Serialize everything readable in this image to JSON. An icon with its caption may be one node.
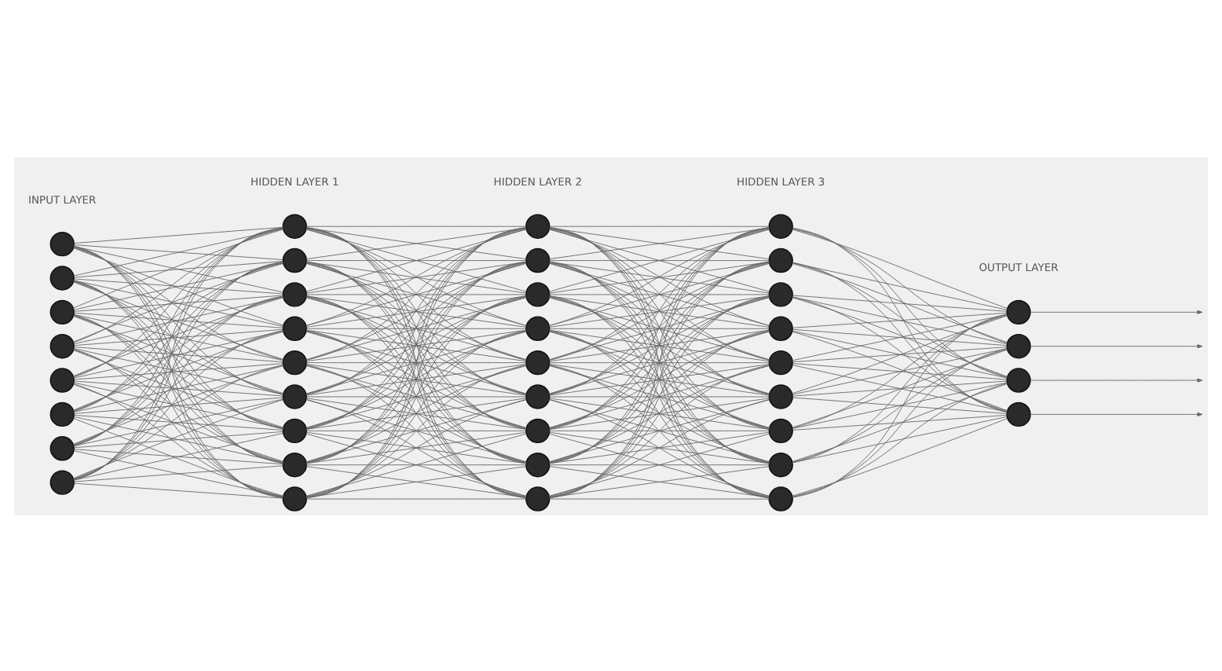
{
  "diagram": {
    "nodes": [
      {
        "text": [],
        "shape": "circle"
      },
      {
        "text": [],
        "shape": "circle"
      },
      {
        "text": [],
        "shape": "circle"
      },
      {
        "text": [],
        "shape": "circle"
      },
      {
        "text": [],
        "shape": "circle"
      },
      {
        "text": [],
        "shape": "circle"
      },
      {
        "text": [],
        "shape": "circle"
      },
      {
        "text": [],
        "shape": "circle"
      },
      {
        "text": [],
        "shape": "circle"
      },
      {
        "text": [],
        "shape": "circle"
      },
      {
        "text": [],
        "shape": "circle"
      },
      {
        "text": [],
        "shape": "circle"
      },
      {
        "text": [],
        "shape": "circle"
      },
      {
        "text": [],
        "shape": "circle"
      },
      {
        "text": [],
        "shape": "circle"
      },
      {
        "text": [],
        "shape": "circle"
      },
      {
        "text": [],
        "shape": "circle"
      },
      {
        "text": [],
        "shape": "circle"
      },
      {
        "text": [],
        "shape": "circle"
      },
      {
        "text": [],
        "shape": "circle"
      },
      {
        "text": [],
        "shape": "circle"
      },
      {
        "text": [],
        "shape": "circle"
      },
      {
        "text": [],
        "shape": "circle"
      },
      {
        "text": [],
        "shape": "circle"
      },
      {
        "text": [],
        "shape": "circle"
      },
      {
        "text": [],
        "shape": "circle"
      },
      {
        "text": [],
        "shape": "circle"
      },
      {
        "text": [],
        "shape": "circle"
      },
      {
        "text": [],
        "shape": "circle"
      },
      {
        "text": [],
        "shape": "circle"
      },
      {
        "text": [],
        "shape": "circle"
      },
      {
        "text": [],
        "shape": "circle"
      },
      {
        "text": [],
        "shape": "circle"
      },
      {
        "text": [],
        "shape": "circle"
      },
      {
        "text": [],
        "shape": "circle"
      },
      {
        "text": [],
        "shape": "circle"
      },
      {
        "text": [],
        "shape": "circle"
      },
      {
        "text": [],
        "shape": "circle"
      },
      {
        "text": [],
        "shape": "circle"
      }
    ],
    "edges": [
      {
        "from": 0,
        "to": 8,
        "arrow": "none"
      },
      {
        "from": 0,
        "to": 9,
        "arrow": "none"
      },
      {
        "from": 0,
        "to": 10,
        "arrow": "none"
      },
      {
        "from": 0,
        "to": 11,
        "arrow": "none"
      },
      {
        "from": 0,
        "to": 12,
        "arrow": "none"
      },
      {
        "from": 0,
        "to": 13,
        "arrow": "none"
      },
      {
        "from": 0,
        "to": 14,
        "arrow": "none"
      },
      {
        "from": 0,
        "to": 15,
        "arrow": "none"
      },
      {
        "from": 0,
        "to": 16,
        "arrow": "none"
      },
      {
        "from": 1,
        "to": 8,
        "arrow": "none"
      },
      {
        "from": 1,
        "to": 9,
        "arrow": "none"
      },
      {
        "from": 1,
        "to": 10,
        "arrow": "none"
      },
      {
        "from": 1,
        "to": 11,
        "arrow": "none"
      },
      {
        "from": 1,
        "to": 12,
        "arrow": "none"
      },
      {
        "from": 1,
        "to": 13,
        "arrow": "none"
      },
      {
        "from": 1,
        "to": 14,
        "arrow": "none"
      },
      {
        "from": 1,
        "to": 15,
        "arrow": "none"
      },
      {
        "from": 1,
        "to": 16,
        "arrow": "none"
      },
      {
        "from": 2,
        "to": 8,
        "arrow": "none"
      },
      {
        "from": 2,
        "to": 9,
        "arrow": "none"
      },
      {
        "from": 2,
        "to": 10,
        "arrow": "none"
      },
      {
        "from": 2,
        "to": 11,
        "arrow": "none"
      },
      {
        "from": 2,
        "to": 12,
        "arrow": "none"
      },
      {
        "from": 2,
        "to": 13,
        "arrow": "none"
      },
      {
        "from": 2,
        "to": 14,
        "arrow": "none"
      },
      {
        "from": 2,
        "to": 15,
        "arrow": "none"
      },
      {
        "from": 2,
        "to": 16,
        "arrow": "none"
      },
      {
        "from": 3,
        "to": 8,
        "arrow": "none"
      },
      {
        "from": 3,
        "to": 9,
        "arrow": "none"
      },
      {
        "from": 3,
        "to": 10,
        "arrow": "none"
      },
      {
        "from": 3,
        "to": 11,
        "arrow": "none"
      },
      {
        "from": 3,
        "to": 12,
        "arrow": "none"
      },
      {
        "from": 3,
        "to": 13,
        "arrow": "none"
      },
      {
        "from": 3,
        "to": 14,
        "arrow": "none"
      },
      {
        "from": 3,
        "to": 15,
        "arrow": "none"
      },
      {
        "from": 3,
        "to": 16,
        "arrow": "none"
      },
      {
        "from": 4,
        "to": 8,
        "arrow": "none"
      },
      {
        "from": 4,
        "to": 9,
        "arrow": "none"
      },
      {
        "from": 4,
        "to": 10,
        "arrow": "none"
      },
      {
        "from": 4,
        "to": 11,
        "arrow": "none"
      },
      {
        "from": 4,
        "to": 12,
        "arrow": "none"
      },
      {
        "from": 4,
        "to": 13,
        "arrow": "none"
      },
      {
        "from": 4,
        "to": 14,
        "arrow": "none"
      },
      {
        "from": 4,
        "to": 15,
        "arrow": "none"
      },
      {
        "from": 4,
        "to": 16,
        "arrow": "none"
      },
      {
        "from": 5,
        "to": 8,
        "arrow": "none"
      },
      {
        "from": 5,
        "to": 9,
        "arrow": "none"
      },
      {
        "from": 5,
        "to": 10,
        "arrow": "none"
      },
      {
        "from": 5,
        "to": 11,
        "arrow": "none"
      },
      {
        "from": 5,
        "to": 12,
        "arrow": "none"
      },
      {
        "from": 5,
        "to": 13,
        "arrow": "none"
      },
      {
        "from": 5,
        "to": 14,
        "arrow": "none"
      },
      {
        "from": 5,
        "to": 15,
        "arrow": "none"
      },
      {
        "from": 5,
        "to": 16,
        "arrow": "none"
      },
      {
        "from": 6,
        "to": 8,
        "arrow": "none"
      },
      {
        "from": 6,
        "to": 9,
        "arrow": "none"
      },
      {
        "from": 6,
        "to": 10,
        "arrow": "none"
      },
      {
        "from": 6,
        "to": 11,
        "arrow": "none"
      },
      {
        "from": 6,
        "to": 12,
        "arrow": "none"
      },
      {
        "from": 6,
        "to": 13,
        "arrow": "none"
      },
      {
        "from": 6,
        "to": 14,
        "arrow": "none"
      },
      {
        "from": 6,
        "to": 15,
        "arrow": "none"
      },
      {
        "from": 6,
        "to": 16,
        "arrow": "none"
      },
      {
        "from": 7,
        "to": 8,
        "arrow": "none"
      },
      {
        "from": 7,
        "to": 9,
        "arrow": "none"
      },
      {
        "from": 7,
        "to": 10,
        "arrow": "none"
      },
      {
        "from": 7,
        "to": 11,
        "arrow": "none"
      },
      {
        "from": 7,
        "to": 12,
        "arrow": "none"
      },
      {
        "from": 7,
        "to": 13,
        "arrow": "none"
      },
      {
        "from": 7,
        "to": 14,
        "arrow": "none"
      },
      {
        "from": 7,
        "to": 15,
        "arrow": "none"
      },
      {
        "from": 7,
        "to": 16,
        "arrow": "none"
      },
      {
        "from": 8,
        "to": 17,
        "arrow": "none"
      },
      {
        "from": 8,
        "to": 18,
        "arrow": "none"
      },
      {
        "from": 8,
        "to": 19,
        "arrow": "none"
      },
      {
        "from": 8,
        "to": 20,
        "arrow": "none"
      },
      {
        "from": 8,
        "to": 21,
        "arrow": "none"
      },
      {
        "from": 8,
        "to": 22,
        "arrow": "none"
      },
      {
        "from": 8,
        "to": 23,
        "arrow": "none"
      },
      {
        "from": 8,
        "to": 24,
        "arrow": "none"
      },
      {
        "from": 8,
        "to": 25,
        "arrow": "none"
      },
      {
        "from": 9,
        "to": 17,
        "arrow": "none"
      },
      {
        "from": 9,
        "to": 18,
        "arrow": "none"
      },
      {
        "from": 9,
        "to": 19,
        "arrow": "none"
      },
      {
        "from": 9,
        "to": 20,
        "arrow": "none"
      },
      {
        "from": 9,
        "to": 21,
        "arrow": "none"
      },
      {
        "from": 9,
        "to": 22,
        "arrow": "none"
      },
      {
        "from": 9,
        "to": 23,
        "arrow": "none"
      },
      {
        "from": 9,
        "to": 24,
        "arrow": "none"
      },
      {
        "from": 9,
        "to": 25,
        "arrow": "none"
      },
      {
        "from": 10,
        "to": 17,
        "arrow": "none"
      },
      {
        "from": 10,
        "to": 18,
        "arrow": "none"
      },
      {
        "from": 10,
        "to": 19,
        "arrow": "none"
      },
      {
        "from": 10,
        "to": 20,
        "arrow": "none"
      },
      {
        "from": 10,
        "to": 21,
        "arrow": "none"
      },
      {
        "from": 10,
        "to": 22,
        "arrow": "none"
      },
      {
        "from": 10,
        "to": 23,
        "arrow": "none"
      },
      {
        "from": 10,
        "to": 24,
        "arrow": "none"
      },
      {
        "from": 10,
        "to": 25,
        "arrow": "none"
      },
      {
        "from": 11,
        "to": 17,
        "arrow": "none"
      },
      {
        "from": 11,
        "to": 18,
        "arrow": "none"
      },
      {
        "from": 11,
        "to": 19,
        "arrow": "none"
      },
      {
        "from": 11,
        "to": 20,
        "arrow": "none"
      },
      {
        "from": 11,
        "to": 21,
        "arrow": "none"
      },
      {
        "from": 11,
        "to": 22,
        "arrow": "none"
      },
      {
        "from": 11,
        "to": 23,
        "arrow": "none"
      },
      {
        "from": 11,
        "to": 24,
        "arrow": "none"
      },
      {
        "from": 11,
        "to": 25,
        "arrow": "none"
      },
      {
        "from": 12,
        "to": 17,
        "arrow": "none"
      },
      {
        "from": 12,
        "to": 18,
        "arrow": "none"
      },
      {
        "from": 12,
        "to": 19,
        "arrow": "none"
      },
      {
        "from": 12,
        "to": 20,
        "arrow": "none"
      },
      {
        "from": 12,
        "to": 21,
        "arrow": "none"
      },
      {
        "from": 12,
        "to": 22,
        "arrow": "none"
      },
      {
        "from": 12,
        "to": 23,
        "arrow": "none"
      },
      {
        "from": 12,
        "to": 24,
        "arrow": "none"
      },
      {
        "from": 12,
        "to": 25,
        "arrow": "none"
      },
      {
        "from": 13,
        "to": 17,
        "arrow": "none"
      },
      {
        "from": 13,
        "to": 18,
        "arrow": "none"
      },
      {
        "from": 13,
        "to": 19,
        "arrow": "none"
      },
      {
        "from": 13,
        "to": 20,
        "arrow": "none"
      },
      {
        "from": 13,
        "to": 21,
        "arrow": "none"
      },
      {
        "from": 13,
        "to": 22,
        "arrow": "none"
      },
      {
        "from": 13,
        "to": 23,
        "arrow": "none"
      },
      {
        "from": 13,
        "to": 24,
        "arrow": "none"
      },
      {
        "from": 13,
        "to": 25,
        "arrow": "none"
      },
      {
        "from": 14,
        "to": 17,
        "arrow": "none"
      },
      {
        "from": 14,
        "to": 18,
        "arrow": "none"
      },
      {
        "from": 14,
        "to": 19,
        "arrow": "none"
      },
      {
        "from": 14,
        "to": 20,
        "arrow": "none"
      },
      {
        "from": 14,
        "to": 21,
        "arrow": "none"
      },
      {
        "from": 14,
        "to": 22,
        "arrow": "none"
      },
      {
        "from": 14,
        "to": 23,
        "arrow": "none"
      },
      {
        "from": 14,
        "to": 24,
        "arrow": "none"
      },
      {
        "from": 14,
        "to": 25,
        "arrow": "none"
      },
      {
        "from": 15,
        "to": 17,
        "arrow": "none"
      },
      {
        "from": 15,
        "to": 18,
        "arrow": "none"
      },
      {
        "from": 15,
        "to": 19,
        "arrow": "none"
      },
      {
        "from": 15,
        "to": 20,
        "arrow": "none"
      },
      {
        "from": 15,
        "to": 21,
        "arrow": "none"
      },
      {
        "from": 15,
        "to": 22,
        "arrow": "none"
      },
      {
        "from": 15,
        "to": 23,
        "arrow": "none"
      },
      {
        "from": 15,
        "to": 24,
        "arrow": "none"
      },
      {
        "from": 15,
        "to": 25,
        "arrow": "none"
      },
      {
        "from": 16,
        "to": 17,
        "arrow": "none"
      },
      {
        "from": 16,
        "to": 18,
        "arrow": "none"
      },
      {
        "from": 16,
        "to": 19,
        "arrow": "none"
      },
      {
        "from": 16,
        "to": 20,
        "arrow": "none"
      },
      {
        "from": 16,
        "to": 21,
        "arrow": "none"
      },
      {
        "from": 16,
        "to": 22,
        "arrow": "none"
      },
      {
        "from": 16,
        "to": 23,
        "arrow": "none"
      },
      {
        "from": 16,
        "to": 24,
        "arrow": "none"
      },
      {
        "from": 16,
        "to": 25,
        "arrow": "none"
      },
      {
        "from": 17,
        "to": 26,
        "arrow": "none"
      },
      {
        "from": 17,
        "to": 27,
        "arrow": "none"
      },
      {
        "from": 17,
        "to": 28,
        "arrow": "none"
      },
      {
        "from": 17,
        "to": 29,
        "arrow": "none"
      },
      {
        "from": 17,
        "to": 30,
        "arrow": "none"
      },
      {
        "from": 17,
        "to": 31,
        "arrow": "none"
      },
      {
        "from": 17,
        "to": 32,
        "arrow": "none"
      },
      {
        "from": 17,
        "to": 33,
        "arrow": "none"
      },
      {
        "from": 17,
        "to": 34,
        "arrow": "none"
      },
      {
        "from": 18,
        "to": 26,
        "arrow": "none"
      },
      {
        "from": 18,
        "to": 27,
        "arrow": "none"
      },
      {
        "from": 18,
        "to": 28,
        "arrow": "none"
      },
      {
        "from": 18,
        "to": 29,
        "arrow": "none"
      },
      {
        "from": 18,
        "to": 30,
        "arrow": "none"
      },
      {
        "from": 18,
        "to": 31,
        "arrow": "none"
      },
      {
        "from": 18,
        "to": 32,
        "arrow": "none"
      },
      {
        "from": 18,
        "to": 33,
        "arrow": "none"
      },
      {
        "from": 18,
        "to": 34,
        "arrow": "none"
      },
      {
        "from": 19,
        "to": 26,
        "arrow": "none"
      },
      {
        "from": 19,
        "to": 27,
        "arrow": "none"
      },
      {
        "from": 19,
        "to": 28,
        "arrow": "none"
      },
      {
        "from": 19,
        "to": 29,
        "arrow": "none"
      },
      {
        "from": 19,
        "to": 30,
        "arrow": "none"
      },
      {
        "from": 19,
        "to": 31,
        "arrow": "none"
      },
      {
        "from": 19,
        "to": 32,
        "arrow": "none"
      },
      {
        "from": 19,
        "to": 33,
        "arrow": "none"
      },
      {
        "from": 19,
        "to": 34,
        "arrow": "none"
      },
      {
        "from": 20,
        "to": 26,
        "arrow": "none"
      },
      {
        "from": 20,
        "to": 27,
        "arrow": "none"
      },
      {
        "from": 20,
        "to": 28,
        "arrow": "none"
      },
      {
        "from": 20,
        "to": 29,
        "arrow": "none"
      },
      {
        "from": 20,
        "to": 30,
        "arrow": "none"
      },
      {
        "from": 20,
        "to": 31,
        "arrow": "none"
      },
      {
        "from": 20,
        "to": 32,
        "arrow": "none"
      },
      {
        "from": 20,
        "to": 33,
        "arrow": "none"
      },
      {
        "from": 20,
        "to": 34,
        "arrow": "none"
      },
      {
        "from": 21,
        "to": 26,
        "arrow": "none"
      },
      {
        "from": 21,
        "to": 27,
        "arrow": "none"
      },
      {
        "from": 21,
        "to": 28,
        "arrow": "none"
      },
      {
        "from": 21,
        "to": 29,
        "arrow": "none"
      },
      {
        "from": 21,
        "to": 30,
        "arrow": "none"
      },
      {
        "from": 21,
        "to": 31,
        "arrow": "none"
      },
      {
        "from": 21,
        "to": 32,
        "arrow": "none"
      },
      {
        "from": 21,
        "to": 33,
        "arrow": "none"
      },
      {
        "from": 21,
        "to": 34,
        "arrow": "none"
      },
      {
        "from": 22,
        "to": 26,
        "arrow": "none"
      },
      {
        "from": 22,
        "to": 27,
        "arrow": "none"
      },
      {
        "from": 22,
        "to": 28,
        "arrow": "none"
      },
      {
        "from": 22,
        "to": 29,
        "arrow": "none"
      },
      {
        "from": 22,
        "to": 30,
        "arrow": "none"
      },
      {
        "from": 22,
        "to": 31,
        "arrow": "none"
      },
      {
        "from": 22,
        "to": 32,
        "arrow": "none"
      },
      {
        "from": 22,
        "to": 33,
        "arrow": "none"
      },
      {
        "from": 22,
        "to": 34,
        "arrow": "none"
      },
      {
        "from": 23,
        "to": 26,
        "arrow": "none"
      },
      {
        "from": 23,
        "to": 27,
        "arrow": "none"
      },
      {
        "from": 23,
        "to": 28,
        "arrow": "none"
      },
      {
        "from": 23,
        "to": 29,
        "arrow": "none"
      },
      {
        "from": 23,
        "to": 30,
        "arrow": "none"
      },
      {
        "from": 23,
        "to": 31,
        "arrow": "none"
      },
      {
        "from": 23,
        "to": 32,
        "arrow": "none"
      },
      {
        "from": 23,
        "to": 33,
        "arrow": "none"
      },
      {
        "from": 23,
        "to": 34,
        "arrow": "none"
      },
      {
        "from": 24,
        "to": 26,
        "arrow": "none"
      },
      {
        "from": 24,
        "to": 27,
        "arrow": "none"
      },
      {
        "from": 24,
        "to": 28,
        "arrow": "none"
      },
      {
        "from": 24,
        "to": 29,
        "arrow": "none"
      },
      {
        "from": 24,
        "to": 30,
        "arrow": "none"
      },
      {
        "from": 24,
        "to": 31,
        "arrow": "none"
      },
      {
        "from": 24,
        "to": 32,
        "arrow": "none"
      },
      {
        "from": 24,
        "to": 33,
        "arrow": "none"
      },
      {
        "from": 24,
        "to": 34,
        "arrow": "none"
      },
      {
        "from": 25,
        "to": 26,
        "arrow": "none"
      },
      {
        "from": 25,
        "to": 27,
        "arrow": "none"
      },
      {
        "from": 25,
        "to": 28,
        "arrow": "none"
      },
      {
        "from": 25,
        "to": 29,
        "arrow": "none"
      },
      {
        "from": 25,
        "to": 30,
        "arrow": "none"
      },
      {
        "from": 25,
        "to": 31,
        "arrow": "none"
      },
      {
        "from": 25,
        "to": 32,
        "arrow": "none"
      },
      {
        "from": 25,
        "to": 33,
        "arrow": "none"
      },
      {
        "from": 25,
        "to": 34,
        "arrow": "none"
      },
      {
        "from": 26,
        "to": 35,
        "arrow": "none"
      },
      {
        "from": 26,
        "to": 36,
        "arrow": "none"
      },
      {
        "from": 26,
        "to": 37,
        "arrow": "none"
      },
      {
        "from": 26,
        "to": 38,
        "arrow": "none"
      },
      {
        "from": 27,
        "to": 35,
        "arrow": "none"
      },
      {
        "from": 27,
        "to": 36,
        "arrow": "none"
      },
      {
        "from": 27,
        "to": 37,
        "arrow": "none"
      },
      {
        "from": 27,
        "to": 38,
        "arrow": "none"
      },
      {
        "from": 28,
        "to": 35,
        "arrow": "none"
      },
      {
        "from": 28,
        "to": 36,
        "arrow": "none"
      },
      {
        "from": 28,
        "to": 37,
        "arrow": "none"
      },
      {
        "from": 28,
        "to": 38,
        "arrow": "none"
      },
      {
        "from": 29,
        "to": 35,
        "arrow": "none"
      },
      {
        "from": 29,
        "to": 36,
        "arrow": "none"
      },
      {
        "from": 29,
        "to": 37,
        "arrow": "none"
      },
      {
        "from": 29,
        "to": 38,
        "arrow": "none"
      },
      {
        "from": 30,
        "to": 35,
        "arrow": "none"
      },
      {
        "from": 30,
        "to": 36,
        "arrow": "none"
      },
      {
        "from": 30,
        "to": 37,
        "arrow": "none"
      },
      {
        "from": 30,
        "to": 38,
        "arrow": "none"
      },
      {
        "from": 31,
        "to": 35,
        "arrow": "none"
      },
      {
        "from": 31,
        "to": 36,
        "arrow": "none"
      },
      {
        "from": 31,
        "to": 37,
        "arrow": "none"
      },
      {
        "from": 31,
        "to": 38,
        "arrow": "none"
      },
      {
        "from": 32,
        "to": 35,
        "arrow": "none"
      },
      {
        "from": 32,
        "to": 36,
        "arrow": "none"
      },
      {
        "from": 32,
        "to": 37,
        "arrow": "none"
      },
      {
        "from": 32,
        "to": 38,
        "arrow": "none"
      },
      {
        "from": 33,
        "to": 35,
        "arrow": "none"
      },
      {
        "from": 33,
        "to": 36,
        "arrow": "none"
      },
      {
        "from": 33,
        "to": 37,
        "arrow": "none"
      },
      {
        "from": 33,
        "to": 38,
        "arrow": "none"
      },
      {
        "from": 34,
        "to": 35,
        "arrow": "none"
      },
      {
        "from": 34,
        "to": 36,
        "arrow": "none"
      },
      {
        "from": 34,
        "to": 37,
        "arrow": "none"
      },
      {
        "from": 34,
        "to": 38,
        "arrow": "none"
      },
      {
        "from": 35,
        "to": null,
        "arrow": "to"
      },
      {
        "from": 36,
        "to": null,
        "arrow": "to"
      },
      {
        "from": 37,
        "to": null,
        "arrow": "to"
      },
      {
        "from": 38,
        "to": null,
        "arrow": "to"
      }
    ],
    "labels": [
      "INPUT LAYER",
      "HIDDEN LAYER 1",
      "HIDDEN LAYER 2",
      "HIDDEN LAYER 3",
      "OUTPUT LAYER"
    ]
  }
}
